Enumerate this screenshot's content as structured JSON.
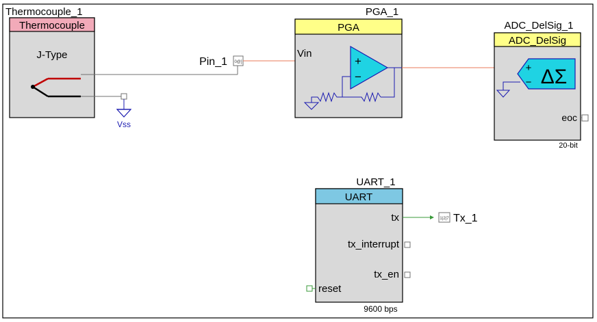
{
  "thermocouple": {
    "instance_name": "Thermocouple_1",
    "header": "Thermocouple",
    "type": "J-Type",
    "header_color": "#f2aab9"
  },
  "vss": {
    "label": "Vss"
  },
  "pin1": {
    "label": "Pin_1",
    "icon": "analog-pin-icon"
  },
  "pga": {
    "instance_name": "PGA_1",
    "header": "PGA",
    "input_label": "Vin",
    "plus": "+",
    "minus": "−",
    "header_color": "#ffff88"
  },
  "adc": {
    "instance_name": "ADC_DelSig_1",
    "header": "ADC_DelSig",
    "symbol": "ΔΣ",
    "plus": "+",
    "minus": "−",
    "eoc_label": "eoc",
    "resolution": "20-bit",
    "header_color": "#ffff88"
  },
  "uart": {
    "instance_name": "UART_1",
    "header": "UART",
    "tx_label": "tx",
    "tx_interrupt_label": "tx_interrupt",
    "tx_en_label": "tx_en",
    "reset_label": "reset",
    "baud": "9600 bps",
    "header_color": "#7ec8e3"
  },
  "tx1": {
    "label": "Tx_1",
    "icon": "digital-output-pin-icon"
  },
  "colors": {
    "block_fill": "#d9d9d9",
    "opamp_fill": "#1fd3e3",
    "wire_analog": "#e8785a",
    "wire_digital": "#3a9a3a",
    "wire_gray": "#707070",
    "label_blue": "#1a1ab0"
  }
}
